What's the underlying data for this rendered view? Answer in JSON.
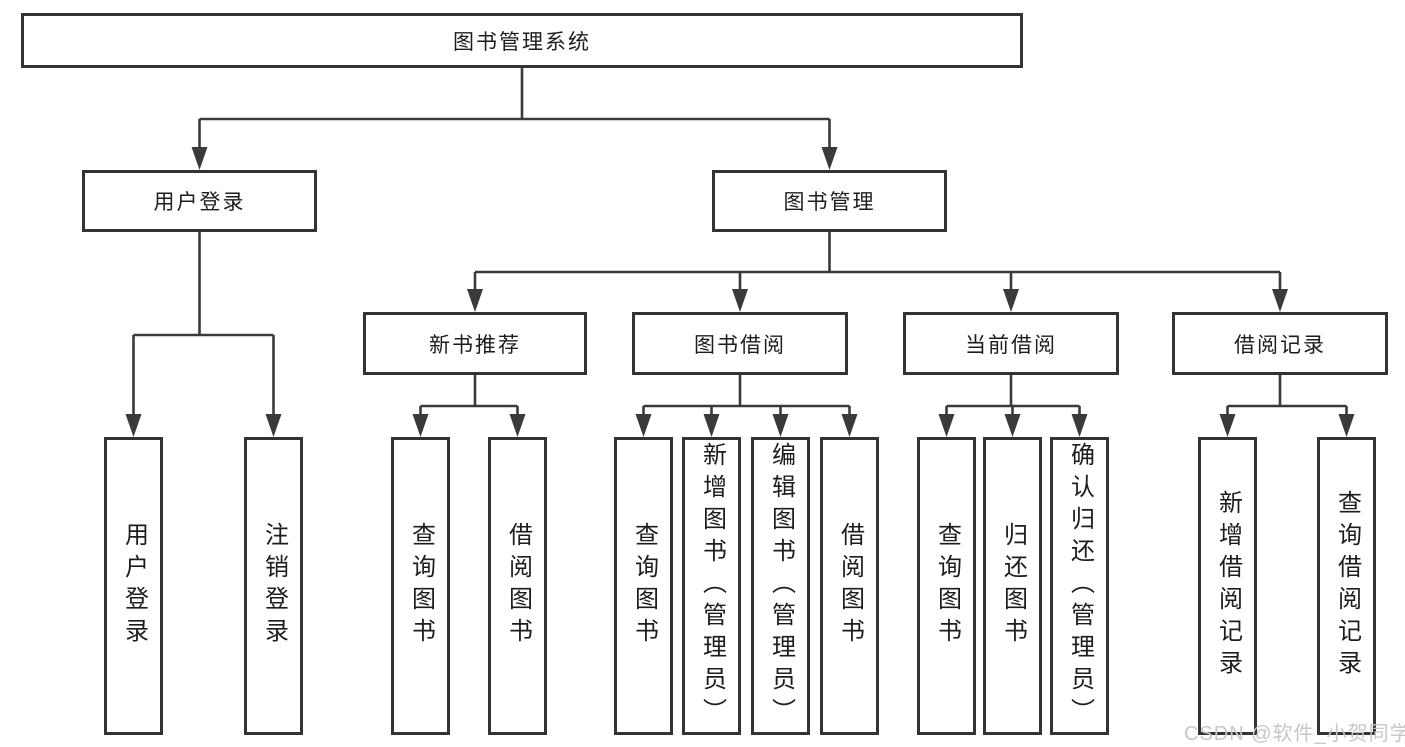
{
  "diagram": {
    "root": {
      "label": "图书管理系统"
    },
    "branches": [
      {
        "label": "用户登录",
        "children": [
          {
            "label": "用户登录"
          },
          {
            "label": "注销登录"
          }
        ]
      },
      {
        "label": "图书管理",
        "children": [
          {
            "label": "新书推荐",
            "children": [
              {
                "label": "查询图书"
              },
              {
                "label": "借阅图书"
              }
            ]
          },
          {
            "label": "图书借阅",
            "children": [
              {
                "label": "查询图书"
              },
              {
                "label": "新增图书（管理员）"
              },
              {
                "label": "编辑图书（管理员）"
              },
              {
                "label": "借阅图书"
              }
            ]
          },
          {
            "label": "当前借阅",
            "children": [
              {
                "label": "查询图书"
              },
              {
                "label": "归还图书"
              },
              {
                "label": "确认归还（管理员）"
              }
            ]
          },
          {
            "label": "借阅记录",
            "children": [
              {
                "label": "新增借阅记录"
              },
              {
                "label": "查询借阅记录"
              }
            ]
          }
        ]
      }
    ]
  },
  "watermark": {
    "text": "CSDN @软件_小贺同学"
  },
  "colors": {
    "line": "#3a3a3a",
    "border": "#333333",
    "text": "#1d1d1d",
    "watermark": "#c7c7c7",
    "background": "#ffffff"
  }
}
